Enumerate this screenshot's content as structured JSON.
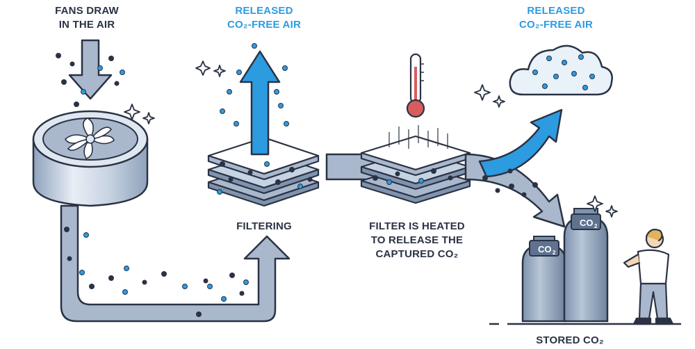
{
  "labels": {
    "fans": [
      "FANS DRAW",
      "IN THE AIR"
    ],
    "released1": [
      "RELEASED",
      "CO₂-FREE AIR"
    ],
    "released2": [
      "RELEASED",
      "CO₂-FREE AIR"
    ],
    "filtering": "FILTERING",
    "heated": [
      "FILTER IS HEATED",
      "TO RELEASE THE",
      "CAPTURED CO₂"
    ],
    "stored": "STORED CO₂"
  },
  "tanks": {
    "small": {
      "main": "CO",
      "sub": "2"
    },
    "large": {
      "main": "CO",
      "sub": "2"
    }
  },
  "colors": {
    "outline": "#2a3244",
    "pipe": "#a9b8cc",
    "blue": "#2d9be0",
    "light_blue": "#dce7f3",
    "dot_dark": "#2a3244",
    "dot_blue": "#2d9be0"
  }
}
